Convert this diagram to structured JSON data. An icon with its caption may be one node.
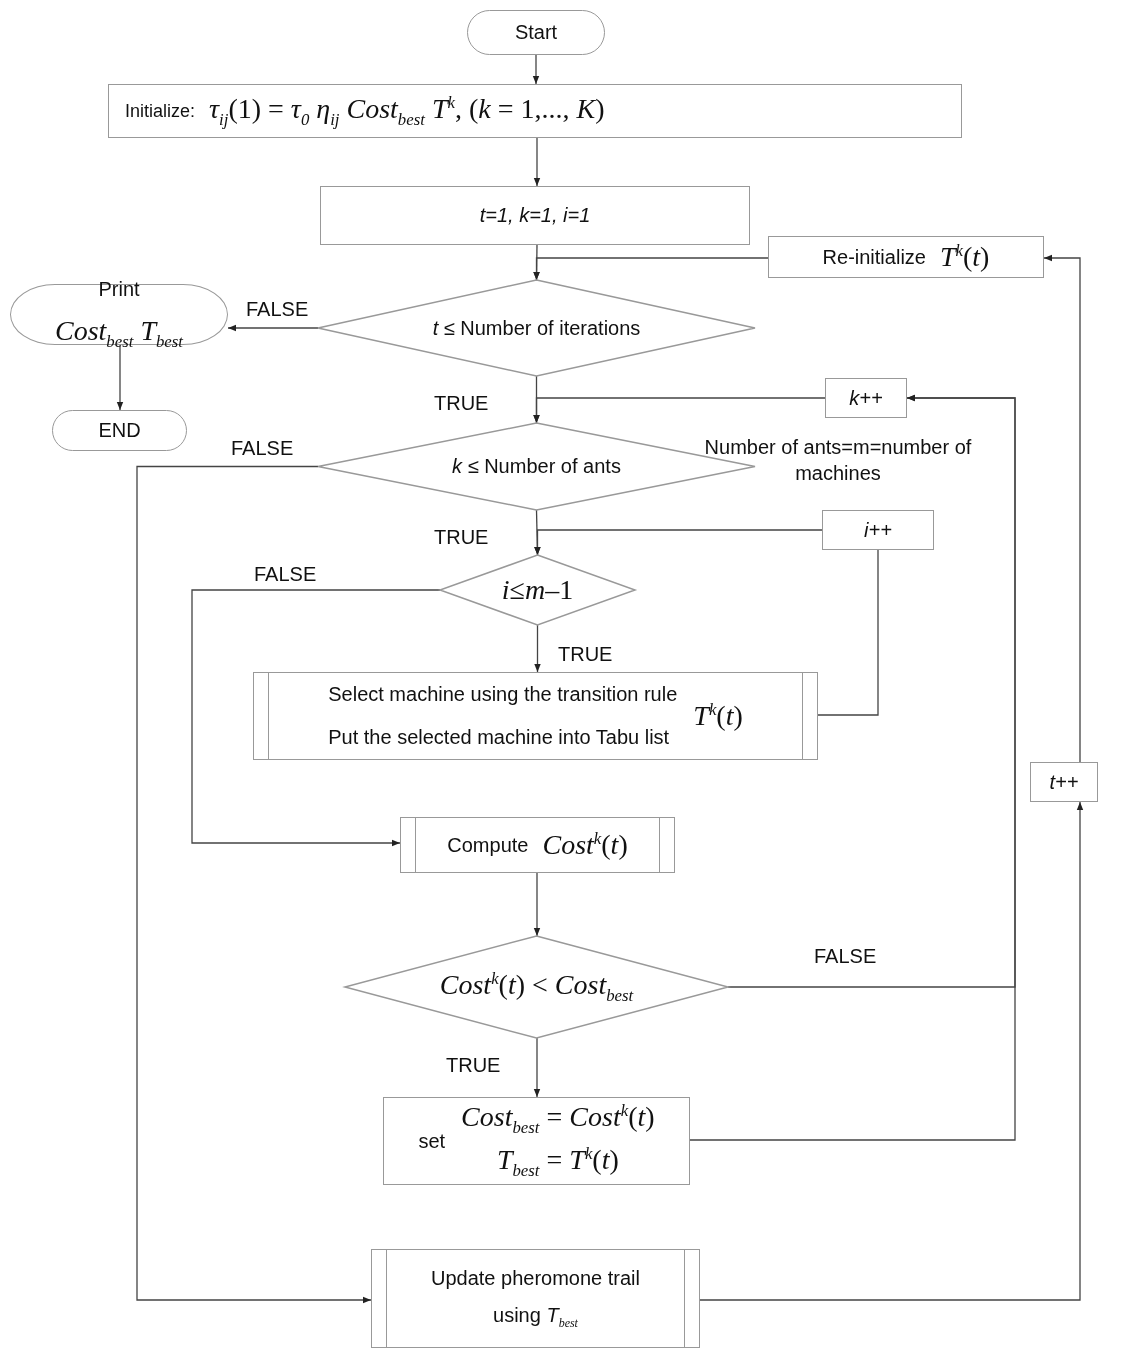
{
  "diagram": {
    "nodes": [
      {
        "text": [
          "Start"
        ]
      },
      {
        "text": [
          "Initialize:",
          "*τ*$_{ij}$(1) = *τ*$_{0}$   *η*$_{ij}$   *Cost*$_{best}$   *T*$^{k}$, (*k* = 1,..., *K*)"
        ]
      },
      {
        "text": [
          "t=1, k=1, i=1"
        ]
      },
      {
        "text": [
          "Re-initialize",
          "*T*$^{k}$(*t*)"
        ]
      },
      {
        "text": [
          "*t* ≤ Number of iterations"
        ]
      },
      {
        "text": [
          "Print",
          "*Cost*$_{best}$ *T*$_{best}$"
        ]
      },
      {
        "text": [
          "END"
        ]
      },
      {
        "text": [
          "k++"
        ]
      },
      {
        "text": [
          "*k* ≤ Number of ants"
        ]
      },
      {
        "text": [
          "i++"
        ]
      },
      {
        "text": [
          "*i*≤*m*–1"
        ]
      },
      {
        "text": [
          "Select machine using the transition rule",
          "Put the selected machine into Tabu list",
          "*T*$^{k}$(*t*)"
        ]
      },
      {
        "text": [
          "t++"
        ]
      },
      {
        "text": [
          "Compute",
          "*Cost*$^{k}$(*t*)"
        ]
      },
      {
        "text": [
          "*Cost*$^{k}$(*t*) < *Cost*$_{best}$"
        ]
      },
      {
        "text": [
          "set",
          "*Cost*$_{best}$ = *Cost*$^{k}$(*t*)",
          "*T*$_{best}$ = *T*$^{k}$(*t*)"
        ]
      },
      {
        "text": [
          "Update pheromone trail",
          "using *T*$_{best}$"
        ]
      }
    ],
    "edges": [
      {
        "from": 0,
        "to": 1,
        "arrow": "to"
      },
      {
        "from": 1,
        "to": 2,
        "arrow": "to"
      },
      {
        "from": 2,
        "to": 4,
        "arrow": "to"
      },
      {
        "from": 3,
        "to": 4,
        "arrow": "to"
      },
      {
        "from": 4,
        "to": 5,
        "arrow": "to",
        "label": "FALSE"
      },
      {
        "from": 5,
        "to": 6,
        "arrow": "to"
      },
      {
        "from": 4,
        "to": 8,
        "arrow": "to",
        "label": "TRUE"
      },
      {
        "from": 7,
        "to": 8,
        "arrow": "to"
      },
      {
        "from": 8,
        "to": 16,
        "arrow": "to",
        "label": "FALSE"
      },
      {
        "from": 8,
        "to": 10,
        "arrow": "to",
        "label": "TRUE"
      },
      {
        "from": 9,
        "to": 10,
        "arrow": "to"
      },
      {
        "from": 10,
        "to": 13,
        "arrow": "to",
        "label": "FALSE"
      },
      {
        "from": 10,
        "to": 11,
        "arrow": "to",
        "label": "TRUE"
      },
      {
        "from": 11,
        "to": 9,
        "arrow": "none"
      },
      {
        "from": 13,
        "to": 14,
        "arrow": "to"
      },
      {
        "from": 14,
        "to": 15,
        "arrow": "to",
        "label": "TRUE"
      },
      {
        "from": 14,
        "to": 7,
        "arrow": "to",
        "label": "FALSE"
      },
      {
        "from": 15,
        "to": 7,
        "arrow": "to"
      },
      {
        "from": 16,
        "to": 12,
        "arrow": "to"
      },
      {
        "from": 12,
        "to": 3,
        "arrow": "to"
      }
    ],
    "labels": [
      "Number of ants=m=number of machines"
    ]
  }
}
